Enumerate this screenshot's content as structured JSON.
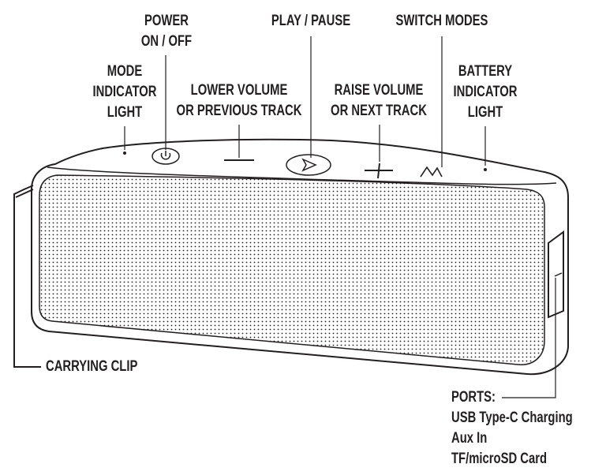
{
  "labels": {
    "power": [
      "POWER",
      "ON / OFF"
    ],
    "play_pause": "PLAY / PAUSE",
    "switch_modes": "SWITCH MODES",
    "mode_indicator": [
      "MODE",
      "INDICATOR",
      "LIGHT"
    ],
    "lower_volume": [
      "LOWER VOLUME",
      "OR PREVIOUS TRACK"
    ],
    "raise_volume": [
      "RAISE VOLUME",
      "OR NEXT TRACK"
    ],
    "battery_indicator": [
      "BATTERY",
      "INDICATOR",
      "LIGHT"
    ],
    "carrying_clip": "CARRYING CLIP",
    "ports_title": "PORTS:",
    "ports_items": [
      "USB Type-C Charging",
      "Aux In",
      "TF/microSD Card"
    ]
  },
  "colors": {
    "ink": "#231f20",
    "paper": "#ffffff"
  },
  "icons": [
    "power-icon",
    "minus-icon",
    "play-icon",
    "plus-icon",
    "mode-switch-icon"
  ]
}
